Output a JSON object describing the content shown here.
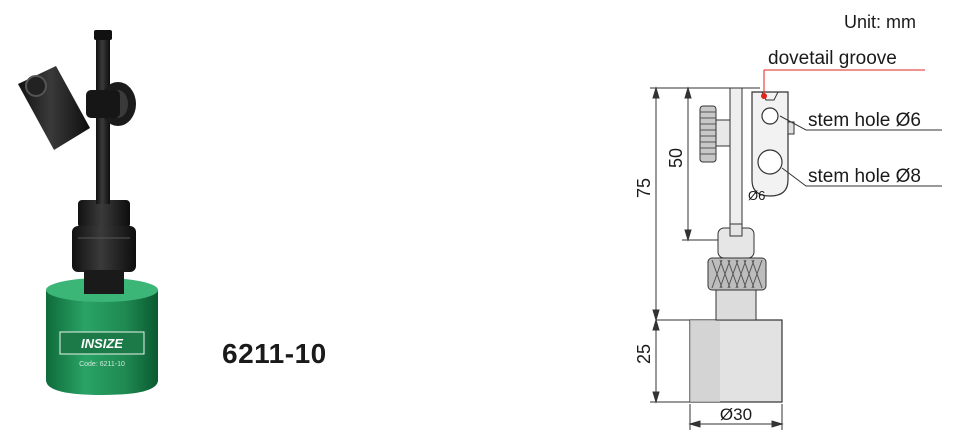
{
  "product": {
    "model": "6211-10",
    "brand_label": "INSIZE",
    "base_code": "Code: 6211-10"
  },
  "drawing": {
    "unit_label": "Unit: mm",
    "callouts": {
      "dovetail": "dovetail groove",
      "stem6": "stem hole Ø6",
      "stem8": "stem hole Ø8"
    },
    "dimensions": {
      "height_total": "75",
      "height_upper": "50",
      "height_base": "25",
      "rod_dia": "Ø6",
      "base_dia": "Ø30"
    }
  },
  "colors": {
    "base_green": "#1f8a52",
    "callout_red": "#e0241c",
    "outline": "#333333",
    "part_fill": "#d9d9d9"
  }
}
